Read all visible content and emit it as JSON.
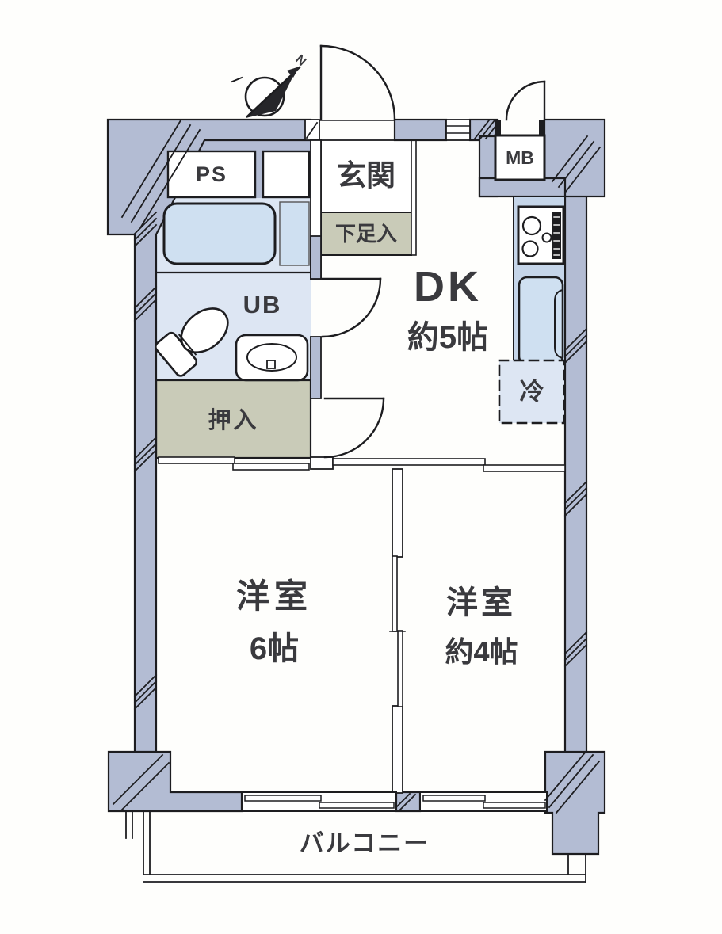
{
  "plan": {
    "type": "apartment-floor-plan",
    "compass": {
      "north_label": "N"
    },
    "labels": {
      "ps": "PS",
      "entrance": "玄関",
      "meter_box": "MB",
      "shoe_cabinet": "下足入",
      "dk_name": "DK",
      "dk_size": "約5帖",
      "unit_bath": "UB",
      "refrigerator": "冷",
      "closet": "押入",
      "room6_name": "洋室",
      "room6_size": "6帖",
      "room4_name": "洋室",
      "room4_size": "約4帖",
      "balcony": "バルコニー"
    },
    "colors": {
      "wall_fill": "#b3bcd3",
      "wet_area_floor": "#dde6f3",
      "fixture_fill": "#cfe0f1",
      "kitchen_counter": "#c5d5e9",
      "closet_fill": "#c9cbb8",
      "line": "#1d1d20",
      "text": "#3a3a3e"
    }
  }
}
